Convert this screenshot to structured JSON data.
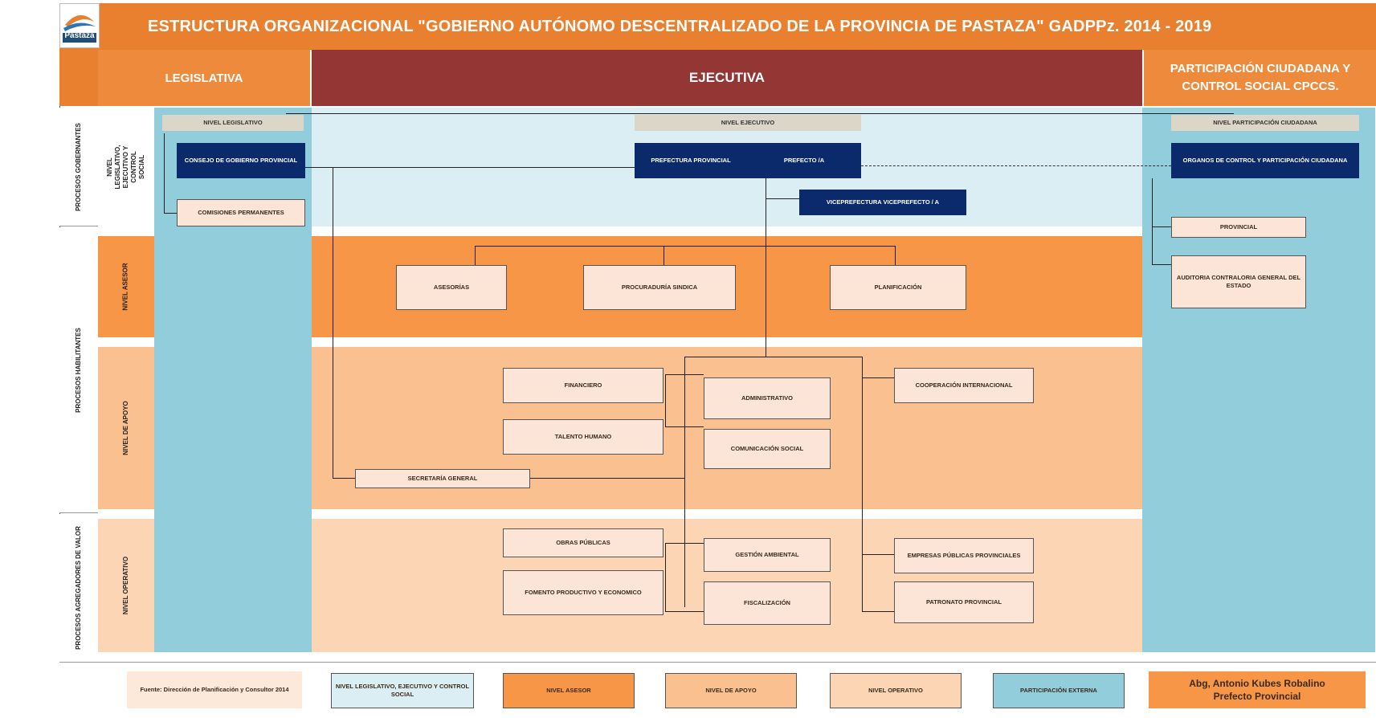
{
  "title": "ESTRUCTURA ORGANIZACIONAL \"GOBIERNO AUTÓNOMO DESCENTRALIZADO DE LA PROVINCIA DE PASTAZA\" GADPPz. 2014 - 2019",
  "logo_text": "Pastaza",
  "headers": {
    "legislativa": "LEGISLATIVA",
    "ejecutiva": "EJECUTIVA",
    "participacion": "PARTICIPACIÓN CIUDADANA Y CONTROL SOCIAL CPCCS."
  },
  "row_labels": {
    "procesos_gobernantes": "PROCESOS GOBERNANTES",
    "procesos_habilitantes": "PROCESOS HABILITANTES",
    "procesos_agregadores": "PROCESOS AGREGADORES DE VALOR",
    "nivel_legislativo_ejecutivo": "NIVEL LEGISLATIVO, EJECUTIVO Y CONTROL SOCIAL",
    "nivel_asesor": "NIVEL ASESOR",
    "nivel_apoyo": "NIVEL DE APOYO",
    "nivel_operativo": "NIVEL OPERATIVO"
  },
  "level_tags": {
    "legislativo": "NIVEL LEGISLATIVO",
    "ejecutivo": "NIVEL EJECUTIVO",
    "participacion": "NIVEL PARTICIPACIÓN CIUDADANA"
  },
  "boxes": {
    "consejo": "CONSEJO DE GOBIERNO PROVINCIAL",
    "comisiones": "COMISIONES PERMANENTES",
    "prefectura": "PREFECTURA PROVINCIAL",
    "prefecto": "PREFECTO /A",
    "viceprefectura": "VICEPREFECTURA VICEPREFECTO / A",
    "organos": "ORGANOS DE CONTROL Y PARTICIPACIÓN CIUDADANA",
    "provincial": "PROVINCIAL",
    "auditoria": "AUDITORIA CONTRALORIA GENERAL DEL ESTADO",
    "asesorias": "ASESORÍAS",
    "procuraduria": "PROCURADURÍA SINDICA",
    "planificacion": "PLANIFICACIÓN",
    "financiero": "FINANCIERO",
    "talento": "TALENTO HUMANO",
    "administrativo": "ADMINISTRATIVO",
    "comunicacion": "COMUNICACIÓN SOCIAL",
    "cooperacion": "COOPERACIÓN INTERNACIONAL",
    "secretaria": "SECRETARÍA GENERAL",
    "obras": "OBRAS PÚBLICAS",
    "fomento": "FOMENTO PRODUCTIVO Y ECONOMICO",
    "gestion": "GESTIÓN AMBIENTAL",
    "fiscalizacion": "FISCALIZACIÓN",
    "empresas": "EMPRESAS PÚBLICAS PROVINCIALES",
    "patronato": "PATRONATO PROVINCIAL"
  },
  "legend": {
    "fuente": "Fuente: Dirección de Planificación y Consultor 2014",
    "l1": "NIVEL LEGISLATIVO, EJECUTIVO Y CONTROL SOCIAL",
    "l2": "NIVEL ASESOR",
    "l3": "NIVEL DE APOYO",
    "l4": "NIVEL OPERATIVO",
    "l5": "PARTICIPACIÓN EXTERNA",
    "firma_nombre": "Abg, Antonio Kubes Robalino",
    "firma_cargo": "Prefecto Provincial"
  },
  "colors": {
    "title_bar": "#e8802f",
    "ejecutiva": "#943634",
    "participacion_col": "#92cddc",
    "gobernantes_band": "#dbeef4",
    "asesor_band": "#f79646",
    "apoyo_band": "#fac090",
    "operativo_band": "#fcd5b4",
    "navy": "#0b2a6b"
  }
}
